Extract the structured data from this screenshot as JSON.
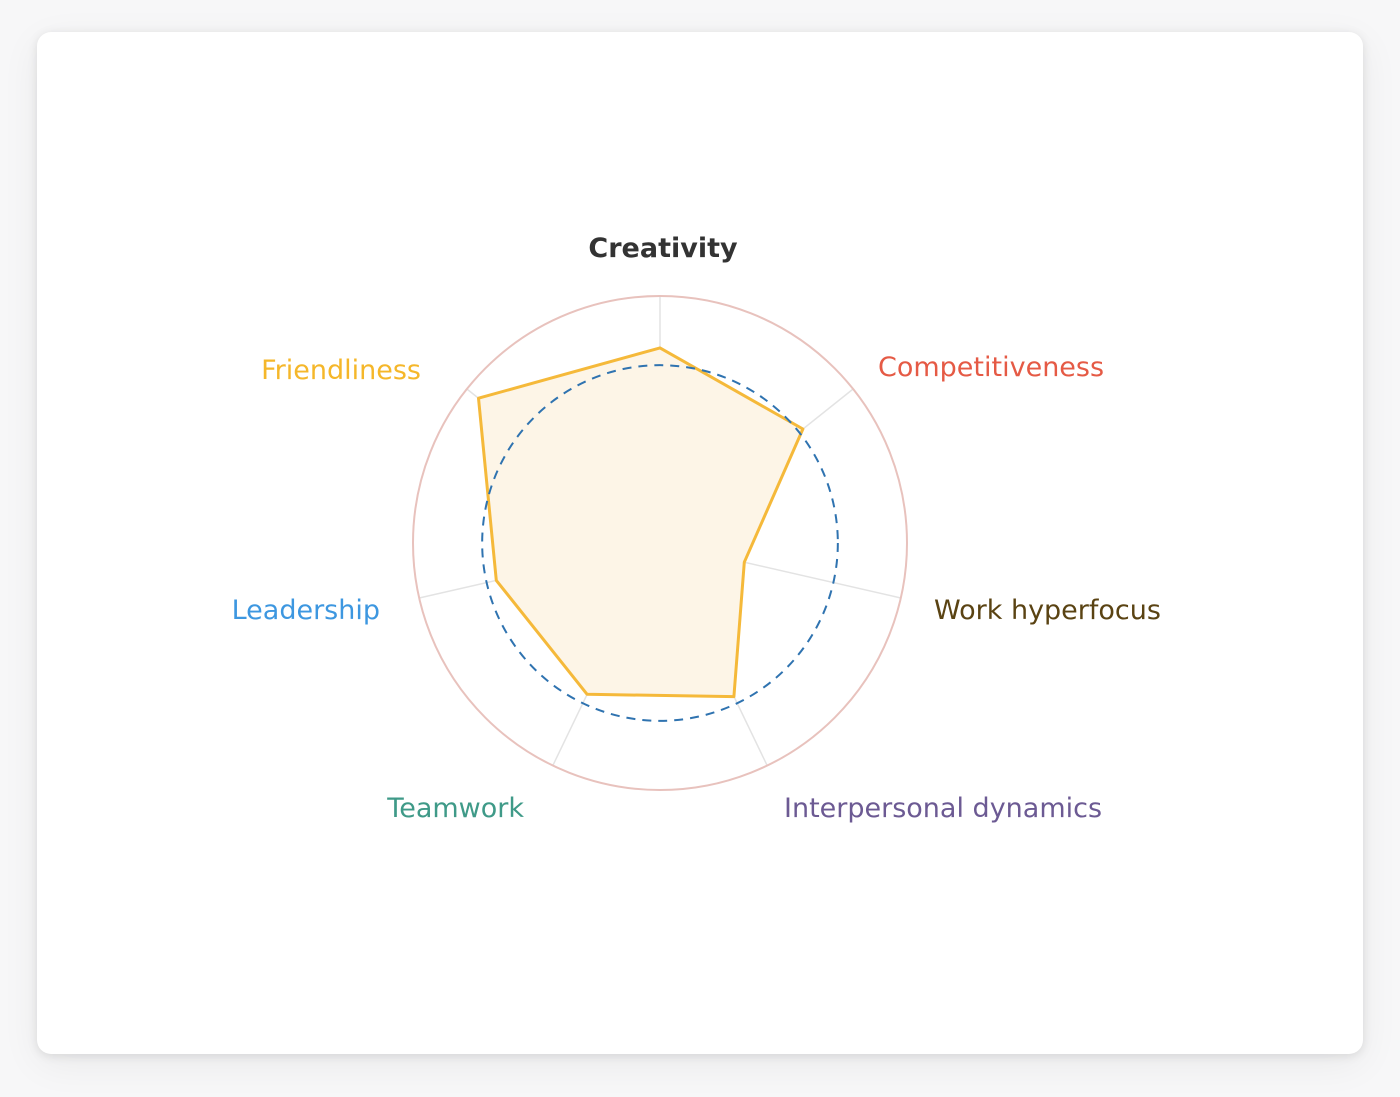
{
  "chart_data": {
    "type": "radar",
    "title": "",
    "axes": [
      {
        "label": "Creativity",
        "color": "#333333",
        "bold": true
      },
      {
        "label": "Competitiveness",
        "color": "#e55a45",
        "bold": false
      },
      {
        "label": "Work hyperfocus",
        "color": "#5a4313",
        "bold": false
      },
      {
        "label": "Interpersonal dynamics",
        "color": "#6c5a93",
        "bold": false
      },
      {
        "label": "Teamwork",
        "color": "#3f9a88",
        "bold": false
      },
      {
        "label": "Leadership",
        "color": "#3d97e0",
        "bold": false
      },
      {
        "label": "Friendliness",
        "color": "#f5b72a",
        "bold": false
      }
    ],
    "range": [
      0,
      1
    ],
    "series": [
      {
        "values": [
          0.79,
          0.74,
          0.35,
          0.69,
          0.68,
          0.68,
          0.94
        ],
        "stroke": "#f5b93a",
        "fill": "#fdf5e7"
      }
    ],
    "reference_circle": {
      "value": 0.72,
      "stroke": "#2f73b0",
      "dashed": true
    },
    "outer_circle_color": "#e8c2bd",
    "spoke_color": "#e3e3e3"
  }
}
